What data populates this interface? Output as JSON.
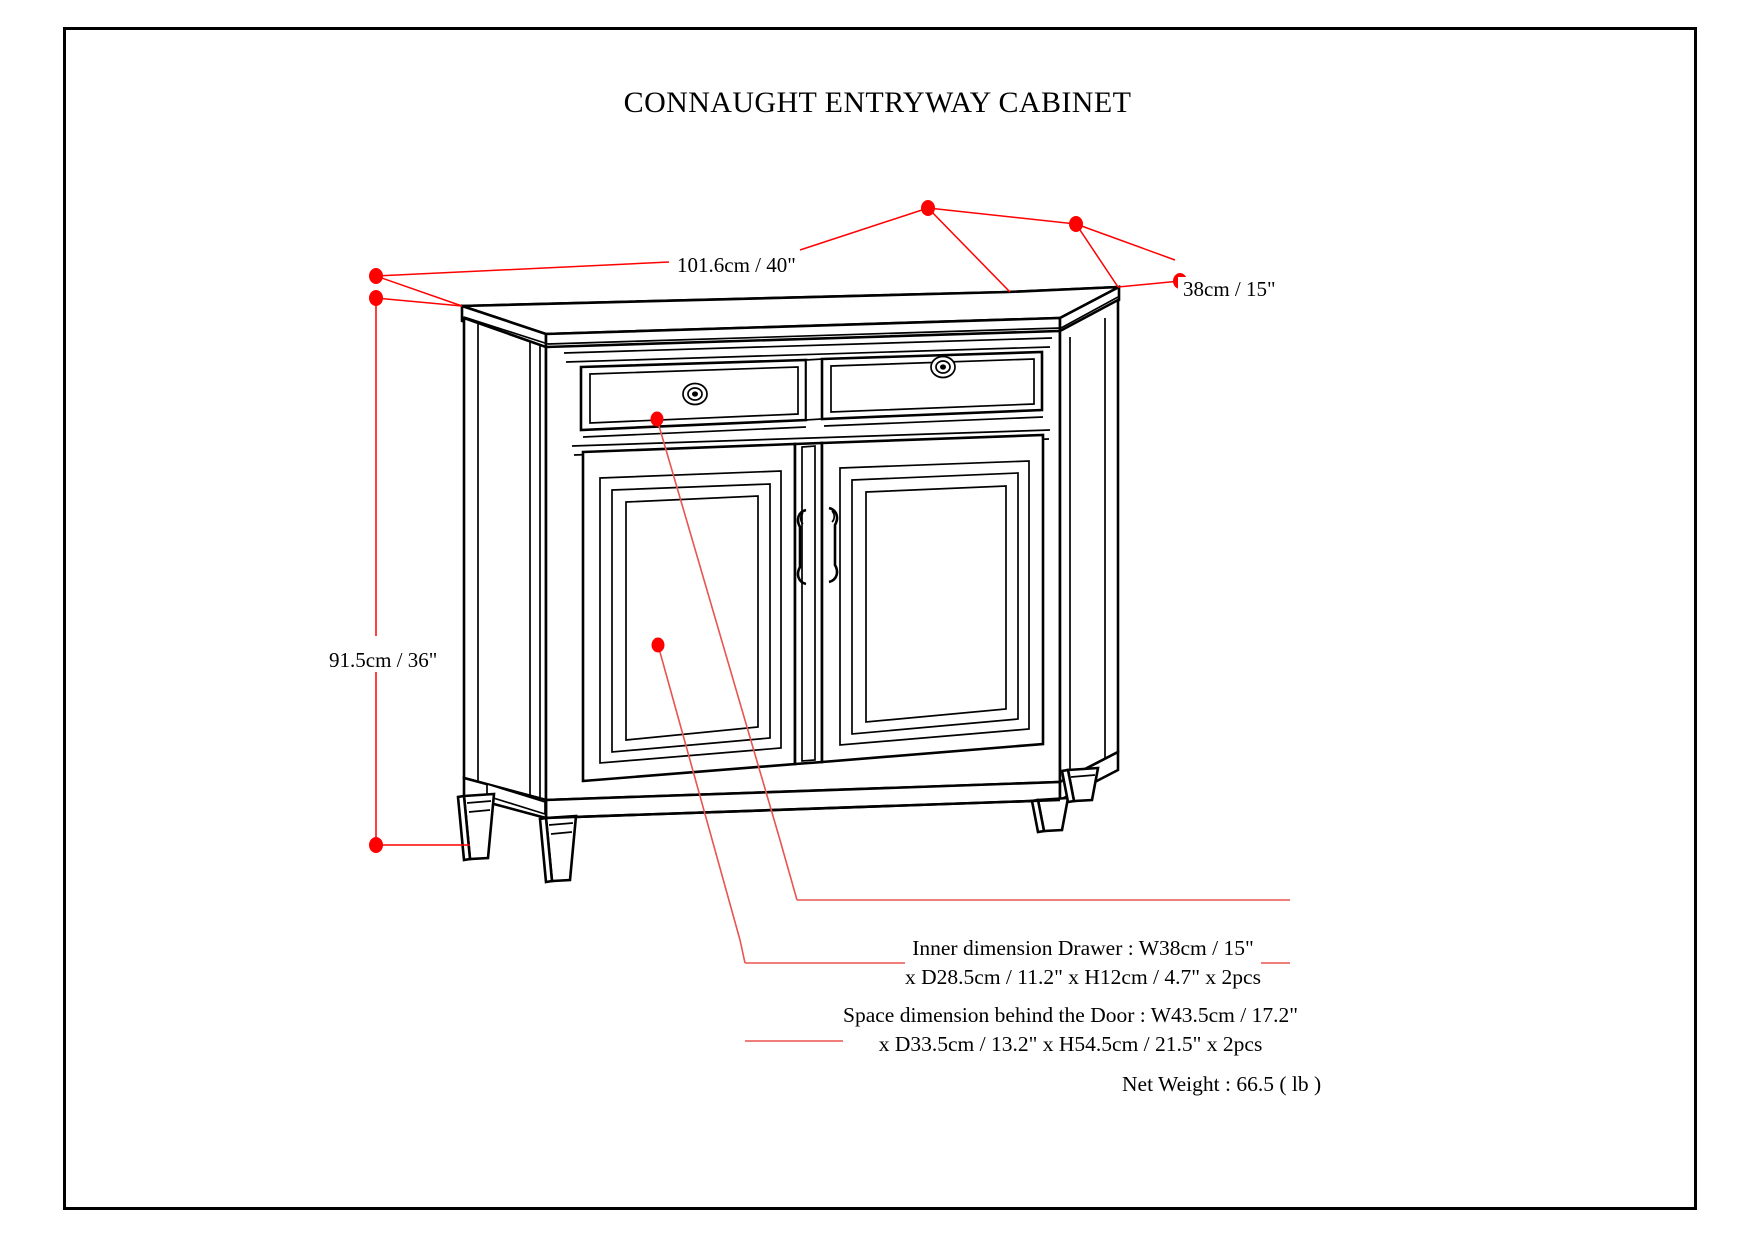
{
  "document": {
    "title": "CONNAUGHT ENTRYWAY CABINET",
    "type": "product-dimension-drawing"
  },
  "colors": {
    "dimension_line": "#ff0000",
    "dimension_dot": "#ff0000",
    "outline": "#000000",
    "sheet_background": "#ffffff"
  },
  "dimensions": {
    "width": {
      "label": "101.6cm / 40\"",
      "cm": 101.6,
      "inch": 40,
      "axis": "width"
    },
    "depth": {
      "label": "38cm / 15\"",
      "cm": 38,
      "inch": 15,
      "axis": "depth"
    },
    "height": {
      "label": "91.5cm / 36\"",
      "cm": 91.5,
      "inch": 36,
      "axis": "height"
    }
  },
  "notes": {
    "drawer": {
      "line1": "Inner dimension Drawer : W38cm / 15\"",
      "line2": "x D28.5cm / 11.2\" x H12cm / 4.7\" x 2pcs"
    },
    "door": {
      "line1": "Space dimension behind the Door  : W43.5cm / 17.2\"",
      "line2": "x D33.5cm / 13.2\" x H54.5cm / 21.5\" x 2pcs"
    },
    "weight": {
      "line1": "Net Weight : 66.5 ( lb )"
    }
  },
  "product": {
    "name": "Connaught Entryway Cabinet",
    "parts": {
      "top": "cabinet-top",
      "drawers": 2,
      "doors": 2,
      "legs": 4,
      "drawer_knobs": 2,
      "door_handles": 2
    }
  }
}
